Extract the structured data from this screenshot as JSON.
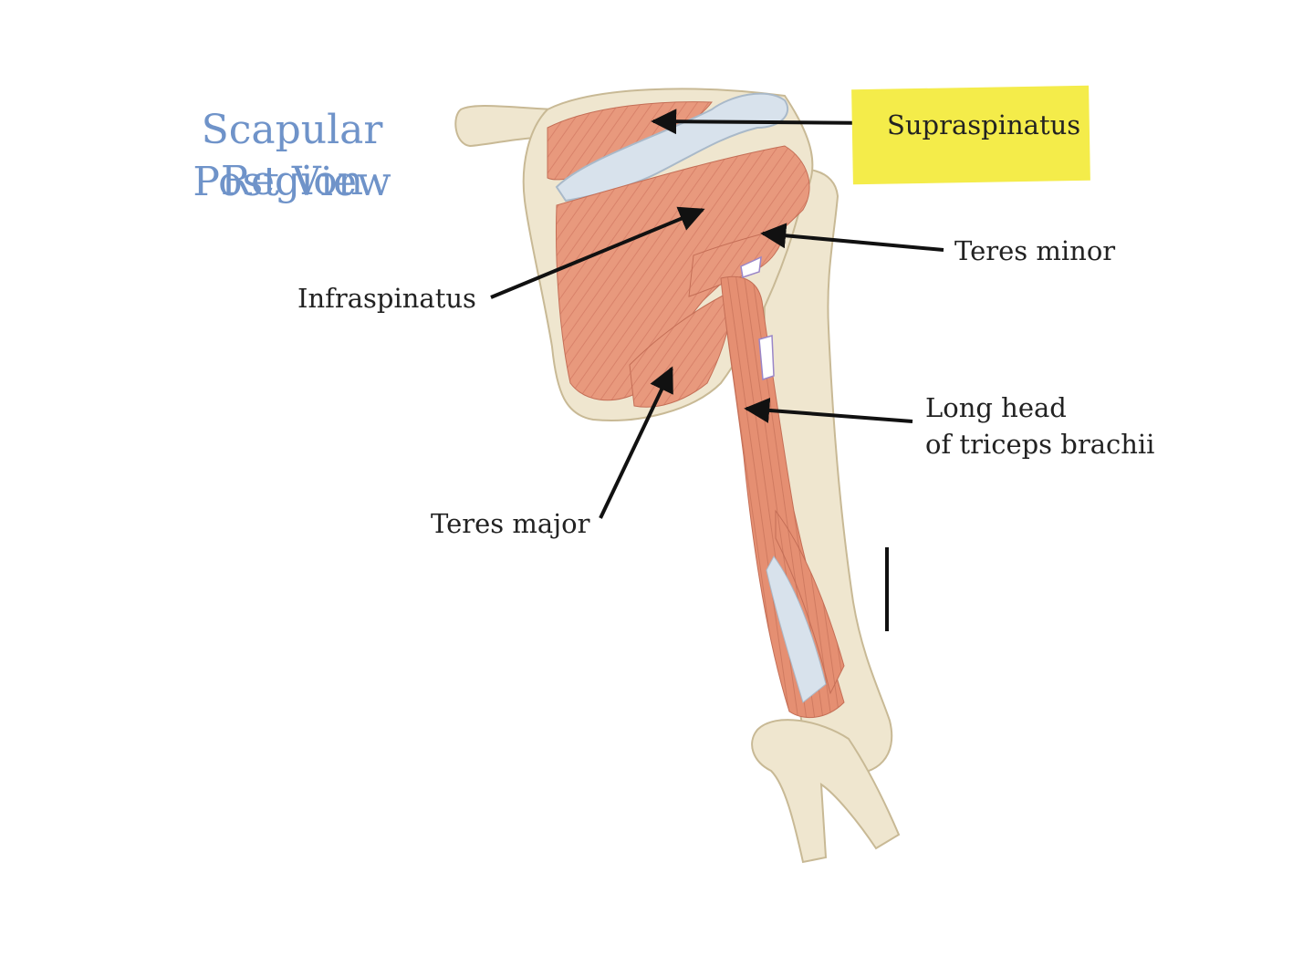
{
  "title": {
    "line1": "Scapular Region",
    "line2": "Post View"
  },
  "labels": {
    "supraspinatus": "Supraspinatus",
    "teres_minor": "Teres minor",
    "infraspinatus": "Infraspinatus",
    "long_head_line1": "Long head",
    "long_head_line2": "of triceps brachii",
    "teres_major": "Teres major"
  },
  "colors": {
    "title": "#6f93c9",
    "highlight": "#f4ec4a",
    "muscle": "#e6967a",
    "bone": "#efe6cf",
    "tendon": "#cfdbe6",
    "label_text": "#222222"
  }
}
